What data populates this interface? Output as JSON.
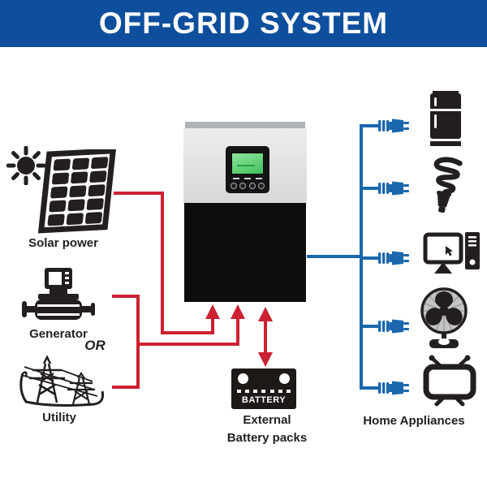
{
  "header": {
    "title": "OFF-GRID SYSTEM"
  },
  "sources": {
    "solar_label": "Solar power",
    "generator_label": "Generator",
    "or_label": "OR",
    "utility_label": "Utility"
  },
  "inverter": {
    "device": "off-grid-inverter"
  },
  "battery": {
    "box_label": "BATTERY",
    "caption_line1": "External",
    "caption_line2": "Battery packs"
  },
  "appliances": {
    "caption": "Home Appliances",
    "items": [
      "refrigerator",
      "cfl-bulb",
      "desktop-computer",
      "fan",
      "television"
    ]
  },
  "colors": {
    "header_bg": "#0d4f9c",
    "dc_line": "#cc2131",
    "ac_line": "#1a67ad",
    "icon_ink": "#231f20"
  }
}
